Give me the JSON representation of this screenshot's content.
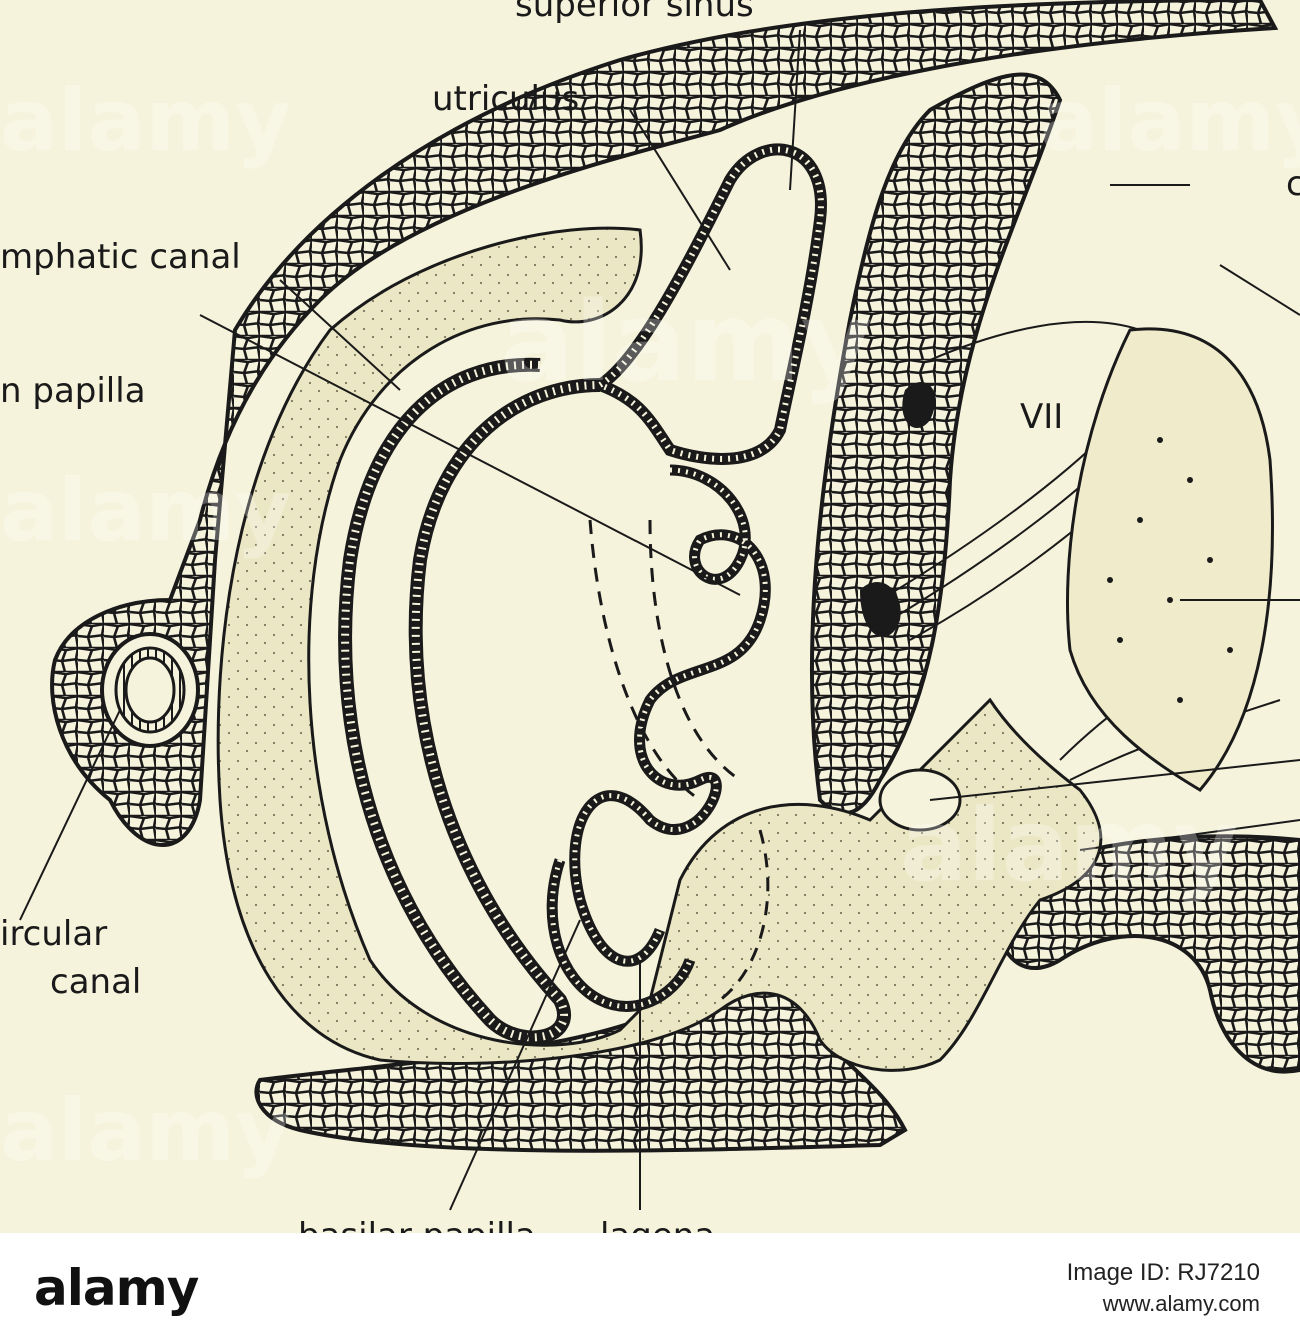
{
  "diagram": {
    "labels": {
      "superior_sinus": "superior sinus",
      "utriculus": "utriculus",
      "perilymphatic_canal": "mphatic canal",
      "papilla": "n papilla",
      "nerve": "VII",
      "semicircular_canal_1": "ircular",
      "semicircular_canal_2": "canal",
      "basilar_papilla": "basilar papilla",
      "lagena": "lagena",
      "right_cut": "c"
    },
    "watermark": "alamy"
  },
  "colors": {
    "paper": "#f6f3dc",
    "ink": "#1a1a1a",
    "stipple": "#e7e3bf"
  },
  "stock_bar": {
    "brand": "alamy",
    "image_id": "Image ID: RJ7210",
    "url": "www.alamy.com"
  }
}
